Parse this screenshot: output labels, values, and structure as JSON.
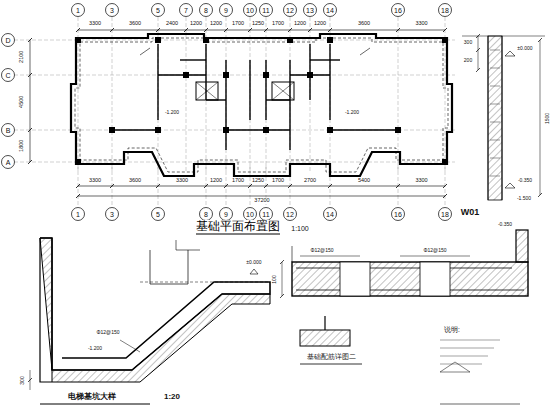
{
  "diagram": {
    "title": "基础平面布置图",
    "labels": [
      "1",
      "3",
      "5",
      "7",
      "8",
      "9",
      "10",
      "11",
      "12",
      "13",
      "14",
      "16",
      "18",
      "3300",
      "3600",
      "2400",
      "1200",
      "1200",
      "1700",
      "1250",
      "1700",
      "1200",
      "1200",
      "3600",
      "3300",
      "1",
      "3",
      "5",
      "8",
      "9",
      "10",
      "11",
      "12",
      "14",
      "16",
      "18",
      "3300",
      "3600",
      "3300",
      "1200",
      "1700",
      "1250",
      "1700",
      "2700",
      "5400",
      "3300",
      "37200",
      "D",
      "C",
      "B",
      "A",
      "2100",
      "4500",
      "1800",
      "1:100",
      "W01",
      "±0.000",
      "300",
      "200",
      "1500",
      "-1.500",
      "-0.350",
      "±0.000",
      "-1.200",
      "Φ12@150",
      "300",
      "电梯基坑大样",
      "1:20",
      "-0.350",
      "Φ12@150",
      "Φ12@150",
      "基础配筋详图二",
      "说明:",
      "100",
      "-1.200",
      "-1.200"
    ]
  }
}
